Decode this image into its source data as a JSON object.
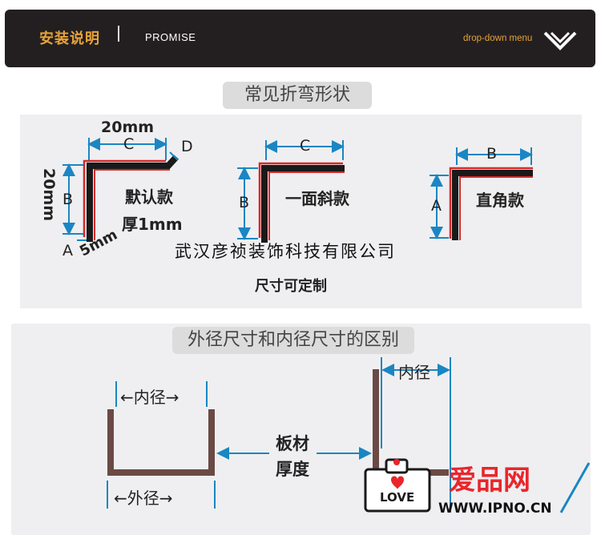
{
  "header": {
    "title": "安装说明",
    "promise": "PROMISE",
    "menu_label": "drop-down menu",
    "menu_icon": "chevron-down-double-icon"
  },
  "section1": {
    "heading": "常见折弯形状",
    "shape1": {
      "name": "默认款",
      "thickness": "厚1mm",
      "dim_top": "20mm",
      "dim_left": "20mm",
      "dim_bottom": "5mm",
      "c": "C",
      "d": "D",
      "b": "B",
      "a": "A"
    },
    "shape2": {
      "name": "一面斜款",
      "c": "C",
      "b": "B"
    },
    "shape3": {
      "name": "直角款",
      "b": "B",
      "a": "A"
    },
    "overlay_text": "武汉彦祯装饰科技有限公司",
    "custom_note": "尺寸可定制"
  },
  "section2": {
    "heading": "外径尺寸和内径尺寸的区别",
    "inner_label_left": "←内径→",
    "outer_label_left": "←外径→",
    "inner_label_right": "内径",
    "board_thickness_1": "板材",
    "board_thickness_2": "厚度"
  },
  "watermark": {
    "love_text": "LOVE",
    "brand": "爱品网",
    "url": "WWW.IPNO.CN",
    "heart_icon": "heart-icon"
  },
  "colors": {
    "header_bg": "#231f20",
    "accent": "#e7a33a",
    "dimension_blue": "#1a86c3",
    "profile_red": "#d42a2a",
    "profile_brown": "#6b4a45",
    "watermark_red": "#e8262c"
  }
}
